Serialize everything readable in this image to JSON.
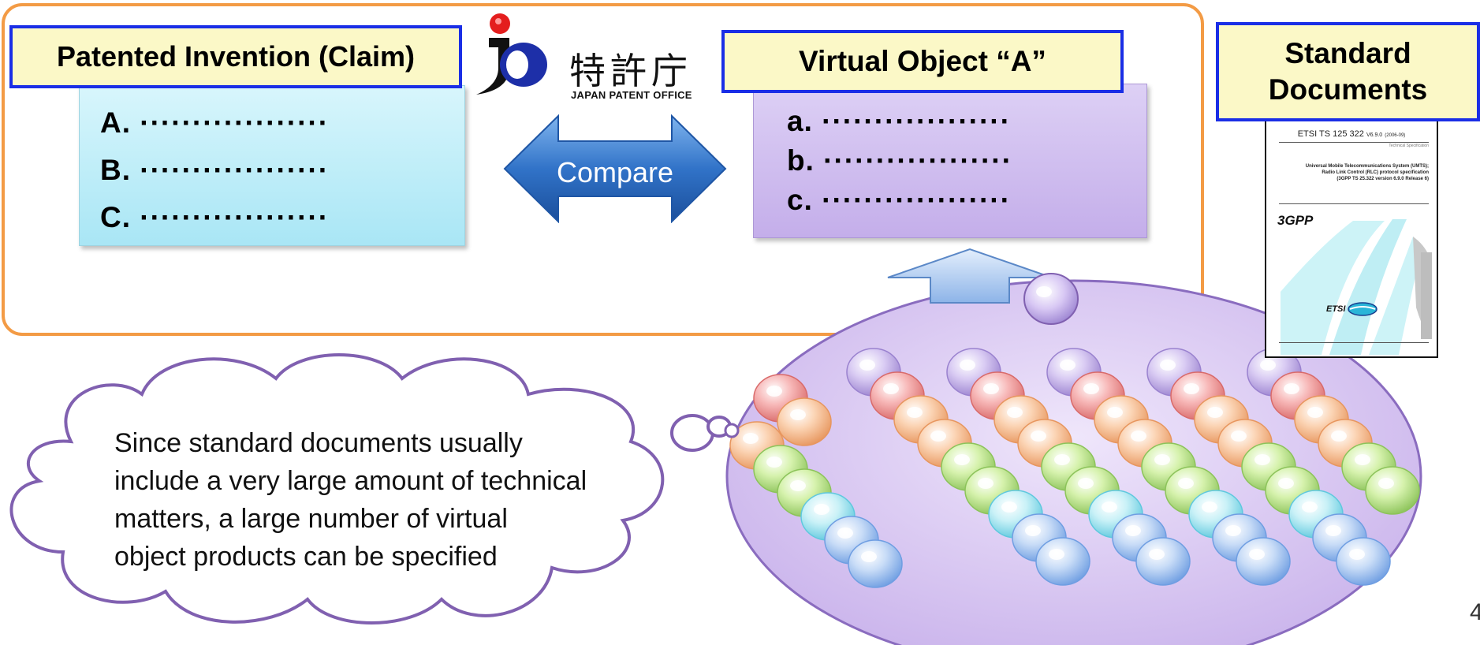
{
  "claim": {
    "title": "Patented Invention (Claim)",
    "items": [
      "A. ··················",
      "B. ··················",
      "C. ··················"
    ]
  },
  "logo": {
    "kanji": "特許庁",
    "english": "JAPAN PATENT OFFICE"
  },
  "compare": {
    "label": "Compare"
  },
  "virtual_object": {
    "title": "Virtual Object “A”",
    "items": [
      "a. ··················",
      "b. ··················",
      "c. ··················"
    ]
  },
  "standard_documents": {
    "title_line1": "Standard",
    "title_line2": "Documents",
    "doc_header": "ETSI TS 125 322",
    "doc_version": "V6.9.0",
    "doc_date": "(2006-09)",
    "doc_subtitle": "Technical Specification",
    "doc_desc1": "Universal Mobile Telecommunications System (UMTS);",
    "doc_desc2": "Radio Link Control (RLC) protocol specification",
    "doc_desc3": "(3GPP TS 25.322 version 6.9.0 Release 6)",
    "brand_3gpp": "3GPP",
    "brand_etsi": "ETSI"
  },
  "cloud": {
    "lines": [
      "Since standard documents usually",
      "include a very large amount of technical",
      "matters, a large number of virtual",
      "object products can be specified"
    ]
  },
  "page_number": "4",
  "colors": {
    "frame": "#f39b45",
    "label_border": "#1a2ee6",
    "label_fill": "#fbf8c7",
    "claim_card": "#b6ecf7",
    "virtual_card": "#cdb9ee",
    "compare_arrow": "#2f6fc4",
    "ellipse": "#d9c8f0",
    "cloud_stroke": "#8060b0"
  }
}
